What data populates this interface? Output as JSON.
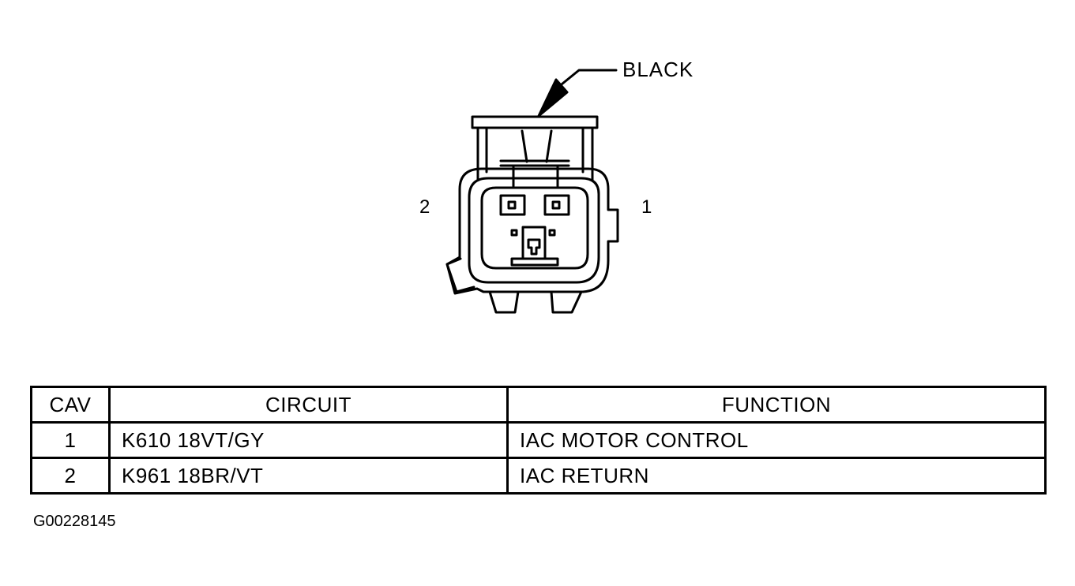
{
  "connector": {
    "color_callout": "BLACK",
    "cavity_left_label": "2",
    "cavity_right_label": "1"
  },
  "table": {
    "headers": {
      "cav": "CAV",
      "circuit": "CIRCUIT",
      "function": "FUNCTION"
    },
    "rows": [
      {
        "cav": "1",
        "circuit": "K610 18VT/GY",
        "function": "IAC MOTOR CONTROL"
      },
      {
        "cav": "2",
        "circuit": "K961 18BR/VT",
        "function": "IAC RETURN"
      }
    ]
  },
  "figure_id": "G00228145"
}
